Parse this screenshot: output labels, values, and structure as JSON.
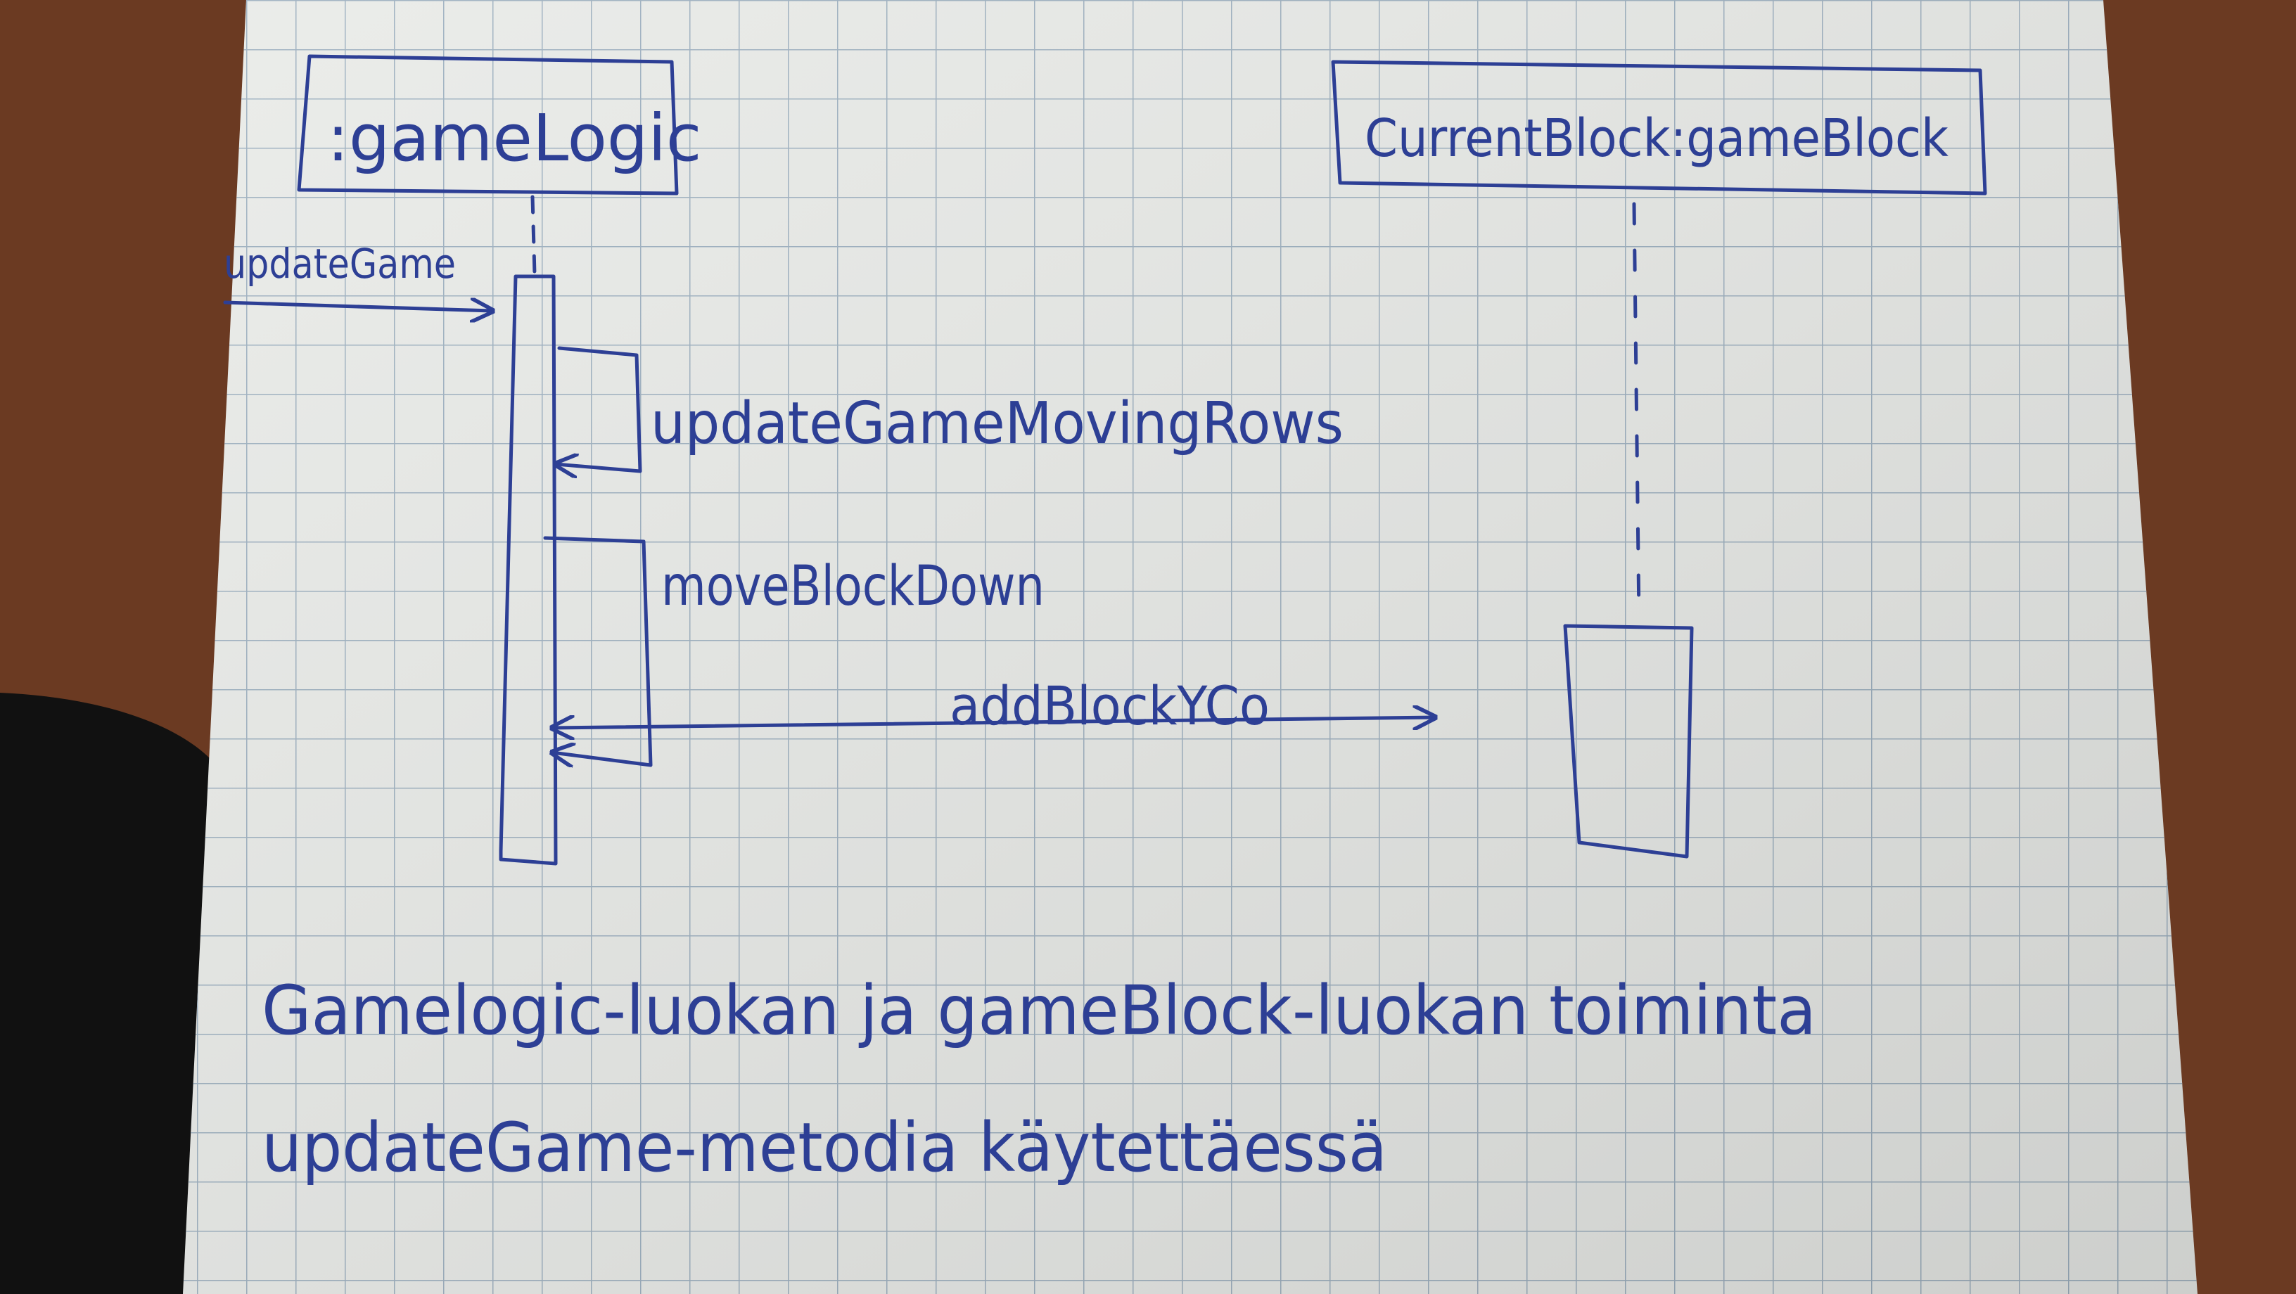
{
  "diagram": {
    "lifelines": [
      {
        "id": "game-logic",
        "label": ":gameLogic"
      },
      {
        "id": "current-block",
        "label": "CurrentBlock:gameBlock"
      }
    ],
    "messages": [
      {
        "label": "updateGame",
        "from": "external",
        "to": "game-logic"
      },
      {
        "label": "updateGameMovingRows",
        "from": "game-logic",
        "to": "game-logic"
      },
      {
        "label": "moveBlockDown",
        "from": "game-logic",
        "to": "game-logic"
      },
      {
        "label": "addBlockYCo",
        "from": "game-logic",
        "to": "current-block"
      }
    ],
    "caption": {
      "line1": "Gamelogic-luokan ja gameBlock-luokan toiminta",
      "line2": "updateGame-metodia käytettäessä"
    }
  },
  "colors": {
    "ink": "#2d3f95",
    "paper": "#e9ebe8",
    "grid": "#8fa4b8",
    "desk": "#6b3a22"
  }
}
